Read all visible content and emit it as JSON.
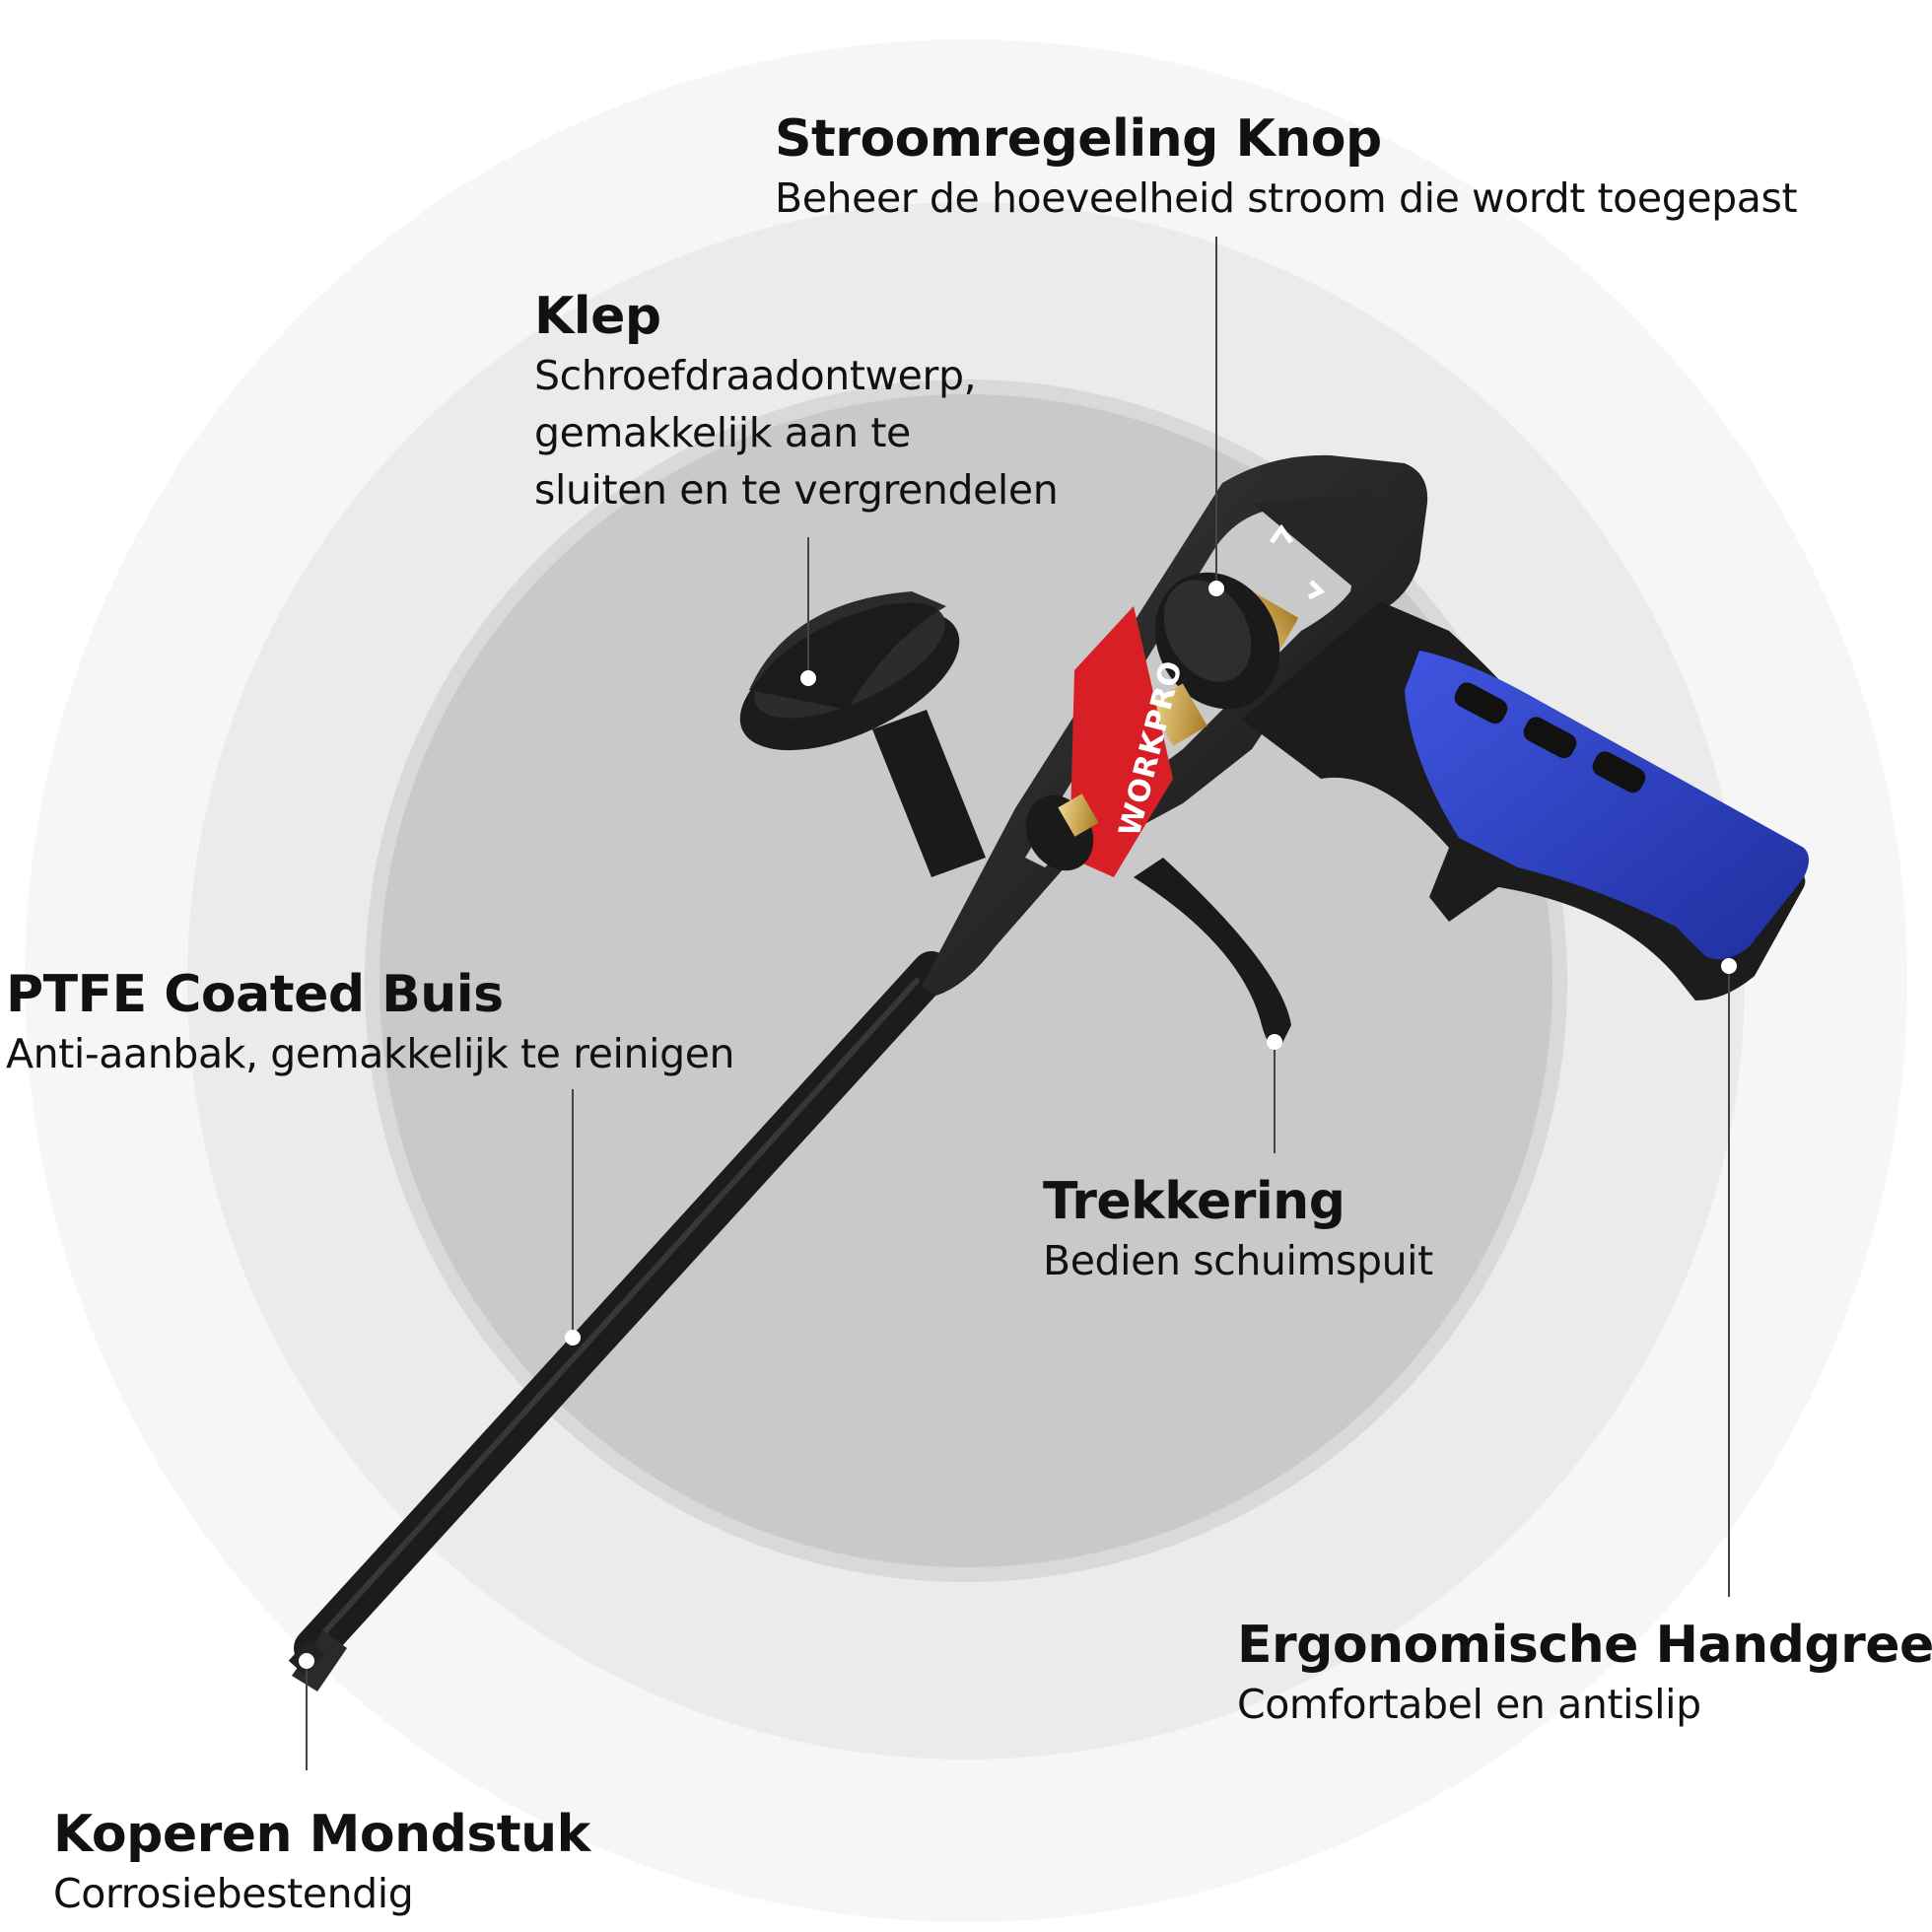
{
  "brand": {
    "logo": "WORKPRO",
    "accent": "#d81f26",
    "grip_color": "#2a3fc4"
  },
  "callouts": {
    "flow_knob": {
      "title": "Stroomregeling Knop",
      "desc": "Beheer de hoeveelheid stroom die wordt toegepast"
    },
    "valve": {
      "title": "Klep",
      "desc_lines": [
        "Schroefdraadontwerp,",
        "gemakkelijk aan te",
        "sluiten en te vergrendelen"
      ]
    },
    "tube": {
      "title": "PTFE Coated Buis",
      "desc": "Anti-aanbak, gemakkelijk te reinigen"
    },
    "trigger": {
      "title": "Trekkering",
      "desc": "Bedien schuimspuit"
    },
    "handle": {
      "title": "Ergonomische Handgreep",
      "desc": "Comfortabel en antislip"
    },
    "nozzle": {
      "title": "Koperen Mondstuk",
      "desc": "Corrosiebestendig"
    }
  }
}
